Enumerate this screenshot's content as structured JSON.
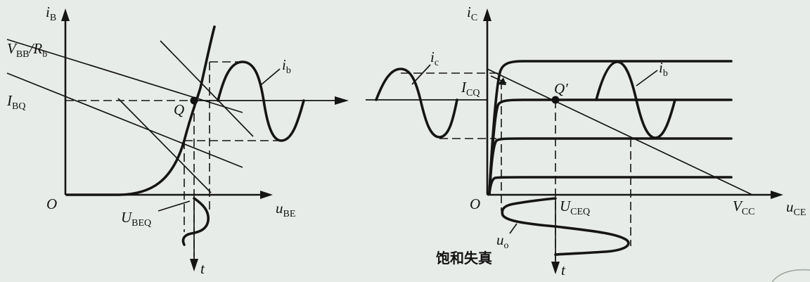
{
  "diagram": {
    "caption": "饱和失真",
    "input_panel": {
      "y_axis_label": "i_B",
      "x_axis_label": "u_BE",
      "t_axis_label": "t",
      "origin_label": "O",
      "load_line_intercept_label": "V_BB/R_b",
      "quiescent_current_label": "I_BQ",
      "quiescent_point_label": "Q",
      "quiescent_voltage_label": "U_BEQ",
      "base_current_wave_label": "i_b"
    },
    "output_panel": {
      "y_axis_label": "i_C",
      "x_axis_label": "u_CE",
      "t_axis_label": "t",
      "origin_label": "O",
      "supply_voltage_label": "V_CC",
      "quiescent_current_label": "I_CQ",
      "quiescent_point_label": "Q′",
      "quiescent_voltage_label": "U_CEQ",
      "collector_current_wave_label": "i_c",
      "base_current_wave_label": "i_b",
      "output_voltage_wave_label": "u_o"
    }
  }
}
